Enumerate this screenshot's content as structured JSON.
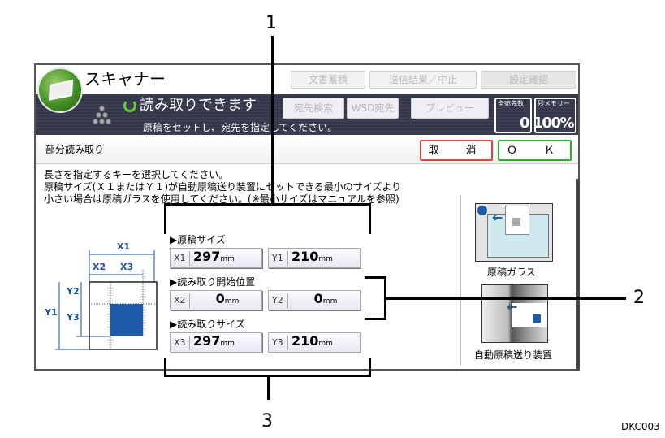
{
  "app": {
    "title": "スキャナー"
  },
  "top_buttons": [
    "文書蓄積",
    "送信結果／中止",
    "設定確認"
  ],
  "second_buttons": [
    "宛先検索",
    "WSD宛先",
    "プレビュー"
  ],
  "status": {
    "main": "読み取りできます",
    "sub": "原稿をセットし、宛先を指定してください。"
  },
  "counters": [
    {
      "label": "全宛先数",
      "value": "0"
    },
    {
      "label": "残メモリー",
      "value": "100%"
    }
  ],
  "dialog": {
    "title": "部分読み取り",
    "cancel": "取　消",
    "ok": "Ｏ　Ｋ",
    "instructions": "長さを指定するキーを選択してください。\n原稿サイズ(Ｘ１またはＹ１)が自動原稿送り装置にセットできる最小のサイズより\n小さい場合は原稿ガラスを使用してください。(※最小サイズはマニュアルを参照)"
  },
  "sections": [
    {
      "label": "▶原稿サイズ",
      "fields": [
        {
          "key": "X1",
          "value": "297",
          "unit": "mm"
        },
        {
          "key": "Y1",
          "value": "210",
          "unit": "mm"
        }
      ]
    },
    {
      "label": "▶読み取り開始位置",
      "fields": [
        {
          "key": "X2",
          "value": "0",
          "unit": "mm"
        },
        {
          "key": "Y2",
          "value": "0",
          "unit": "mm"
        }
      ]
    },
    {
      "label": "▶読み取りサイズ",
      "fields": [
        {
          "key": "X3",
          "value": "297",
          "unit": "mm"
        },
        {
          "key": "Y3",
          "value": "210",
          "unit": "mm"
        }
      ]
    }
  ],
  "diagram": {
    "x1": "X1",
    "x2": "X2",
    "x3": "X3",
    "y1": "Y1",
    "y2": "Y2",
    "y3": "Y3",
    "highlight_color": "#1d5aa8"
  },
  "sources": [
    {
      "label": "原稿ガラス",
      "selected": true
    },
    {
      "label": "自動原稿送り装置",
      "selected": false
    }
  ],
  "callouts": [
    "1",
    "2",
    "3"
  ],
  "figure_id": "DKC003"
}
